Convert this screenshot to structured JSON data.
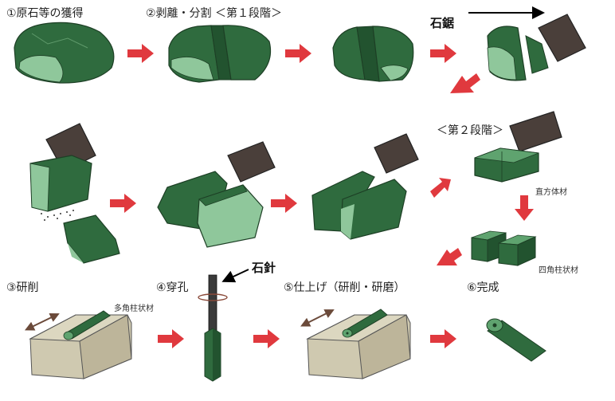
{
  "steps": {
    "s1": "①原石等の獲得",
    "s2": "②剥離・分割 ＜第１段階＞",
    "s2b": "＜第２段階＞",
    "s3": "③研削",
    "s4": "④穿孔",
    "s5": "⑤仕上げ（研削・研磨）",
    "s6": "⑥完成"
  },
  "tools": {
    "saw": "石鋸",
    "needle": "石針"
  },
  "notes": {
    "cuboid": "直方体材",
    "square_prism": "四角柱状材",
    "polygonal_prism": "多角柱状材"
  },
  "colors": {
    "stone_dark": "#2f6b3e",
    "stone_light": "#8fc79b",
    "arrow": "#e0393e",
    "saw": "#4a3f3a",
    "whetstone": "#cfc9b0"
  }
}
